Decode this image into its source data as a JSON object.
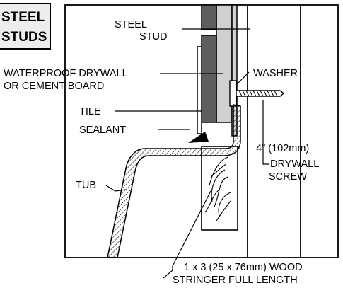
{
  "badge": {
    "line1": "STEEL",
    "line2": "STUDS"
  },
  "labels": {
    "steel_stud_1": "STEEL",
    "steel_stud_2": "STUD",
    "drywall_1": "WATERPROOF DRYWALL",
    "drywall_2": "OR CEMENT BOARD",
    "washer": "WASHER",
    "tile": "TILE",
    "sealant": "SEALANT",
    "screw_1": "4\" (102mm)",
    "screw_2": "DRYWALL",
    "screw_3": "SCREW",
    "tub": "TUB",
    "stringer_1": "1 x 3 (25 x 76mm) WOOD",
    "stringer_2": "STRINGER FULL LENGTH"
  },
  "colors": {
    "board": "#5e5e60",
    "stud": "#d0d0d0",
    "badge_bg": "#ededed",
    "line": "#000000"
  }
}
